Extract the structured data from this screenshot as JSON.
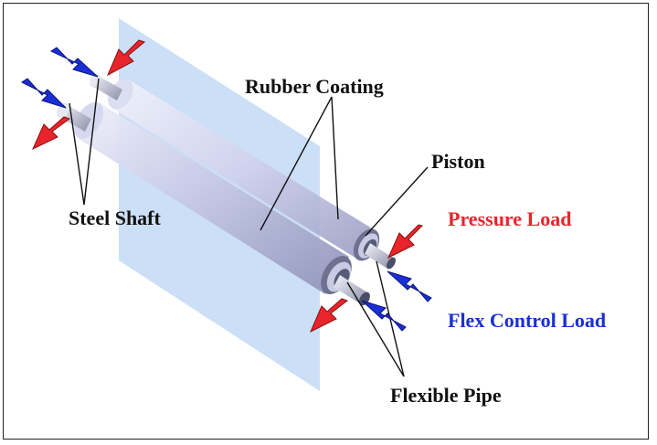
{
  "labels": {
    "rubber_coating": "Rubber Coating",
    "piston": "Piston",
    "steel_shaft": "Steel Shaft",
    "pressure_load": "Pressure Load",
    "flex_control_load": "Flex Control Load",
    "flexible_pipe": "Flexible Pipe"
  },
  "colors": {
    "pressure_arrow": "#e8252b",
    "flex_arrow": "#1a2fd6",
    "plane": "#b9d4f3",
    "roller_body": "#c9cbe8",
    "text": "#111111"
  }
}
